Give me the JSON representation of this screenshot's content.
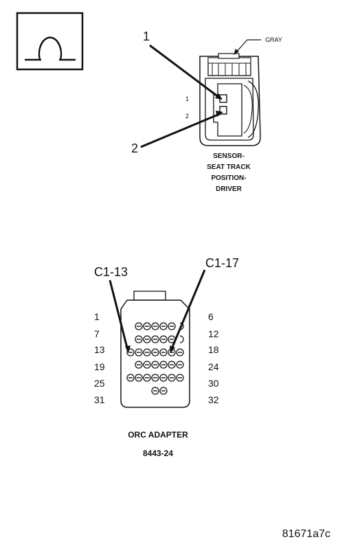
{
  "sensor": {
    "callout_pin_1": "1",
    "callout_pin_2": "2",
    "pin_1_label": "1",
    "pin_2_label": "2",
    "wire_color": "GRAY",
    "caption_lines": [
      "SENSOR-",
      "SEAT TRACK",
      "POSITION-",
      "DRIVER"
    ]
  },
  "adapter": {
    "callout_left": "C1-13",
    "callout_right": "C1-17",
    "row_labels_left": [
      "1",
      "7",
      "13",
      "19",
      "25",
      "31"
    ],
    "row_labels_right": [
      "6",
      "12",
      "18",
      "24",
      "30",
      "32"
    ],
    "title": "ORC ADAPTER",
    "part_number": "8443-24"
  },
  "figure_id": "81671a7c"
}
